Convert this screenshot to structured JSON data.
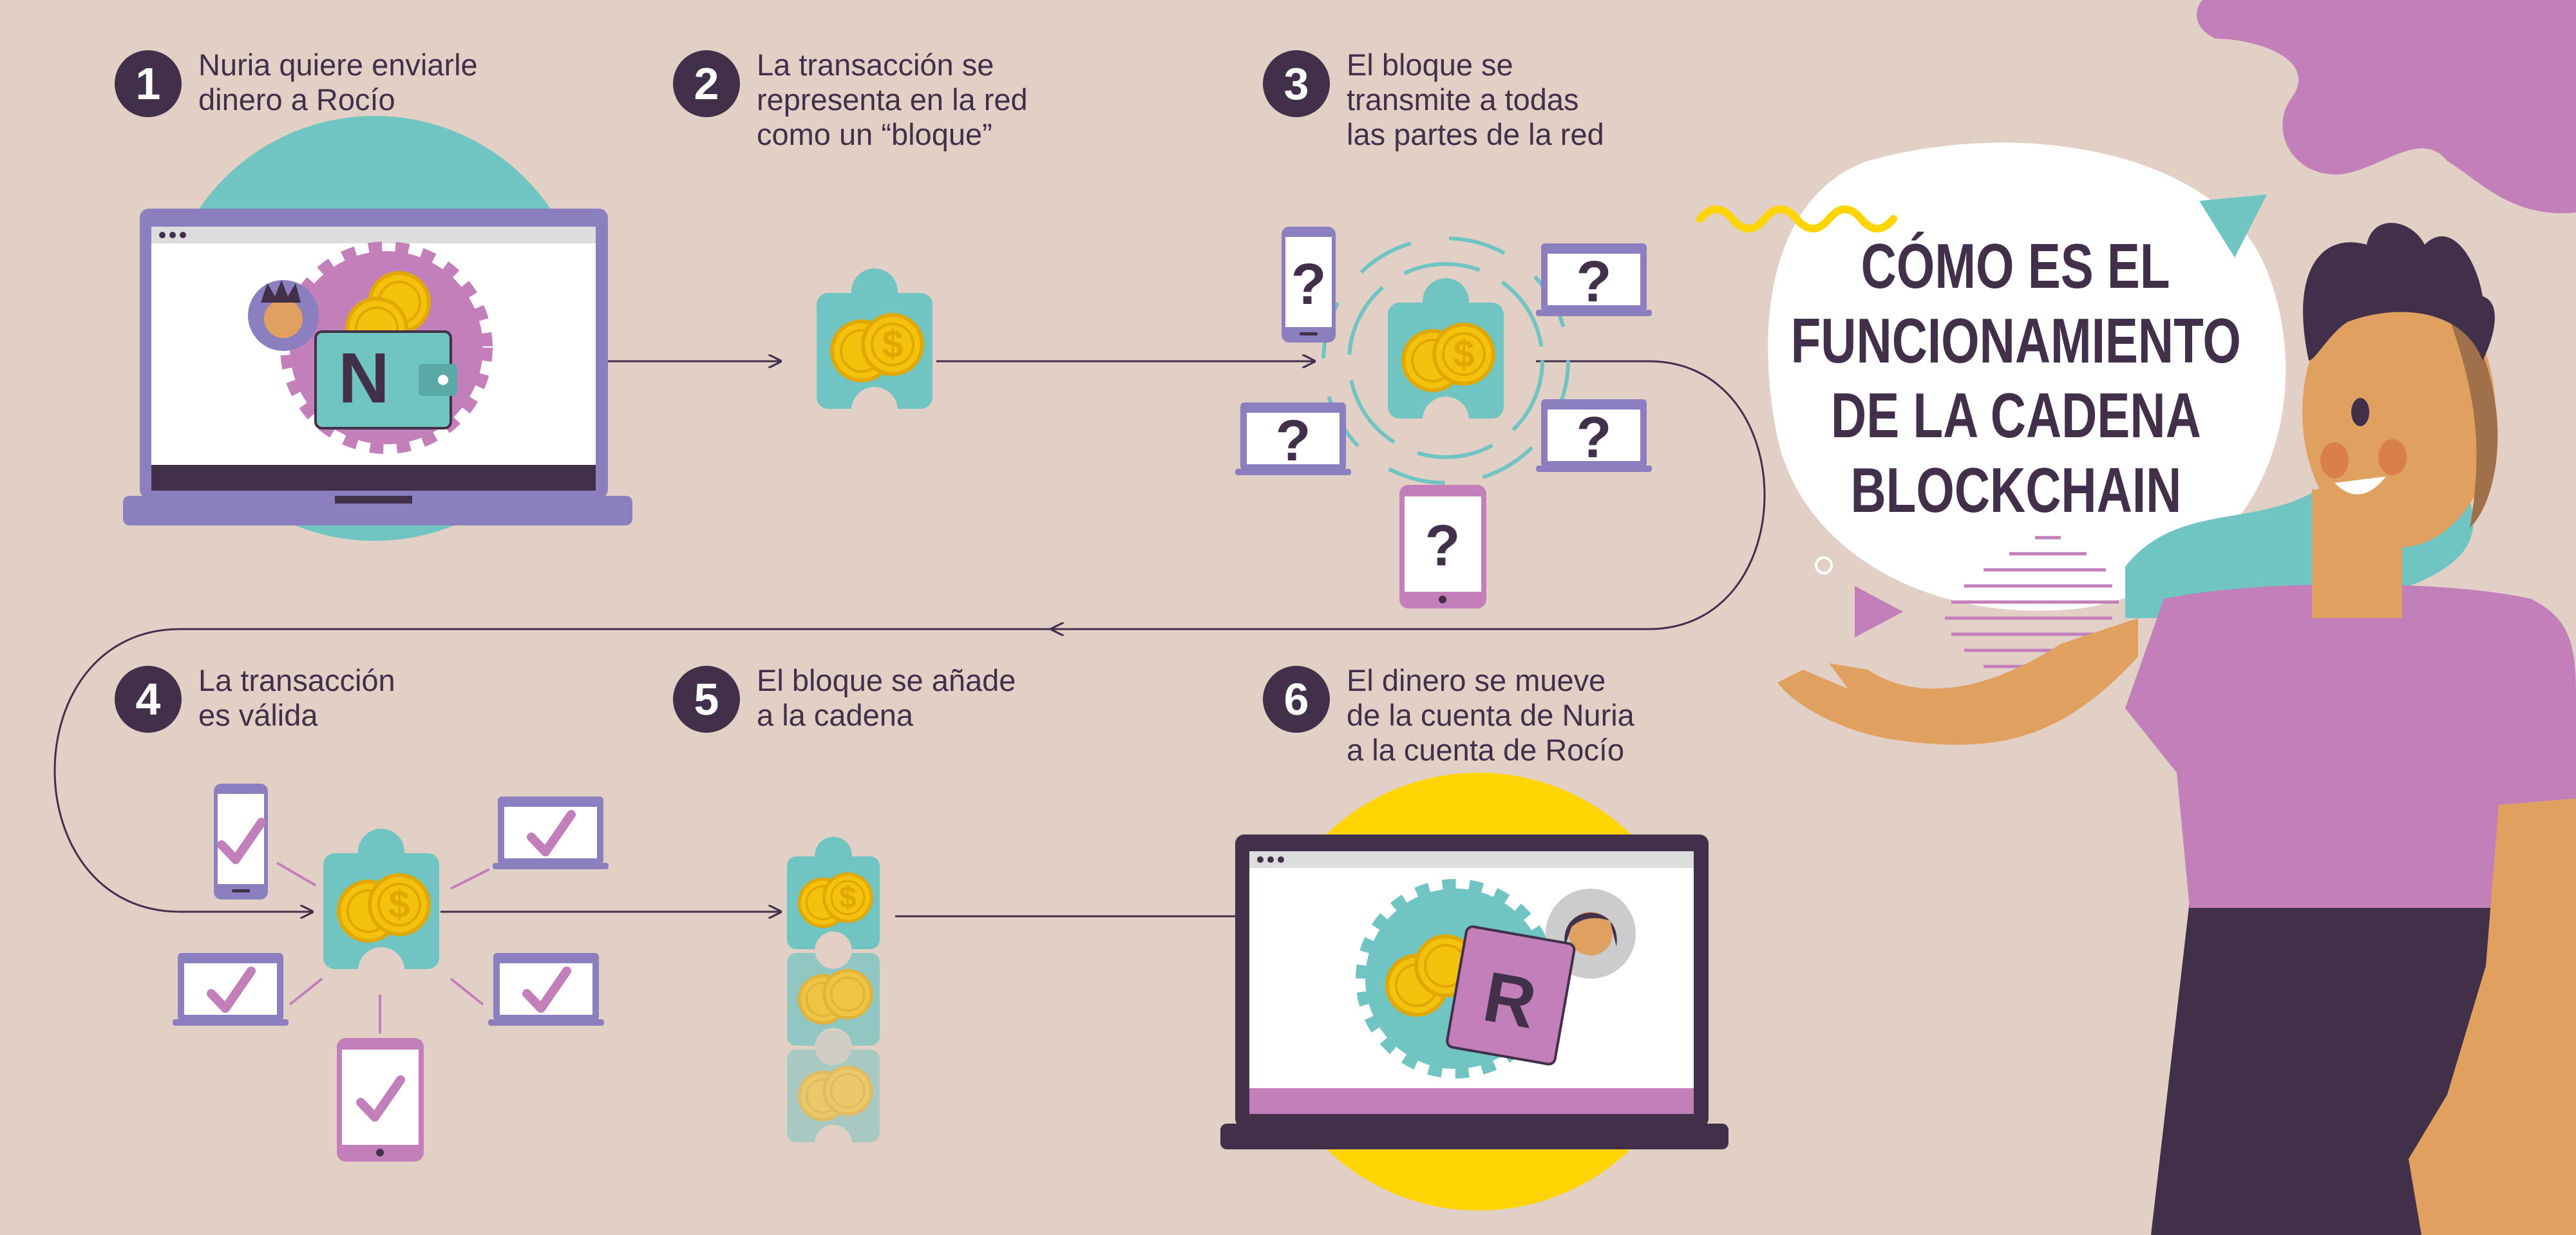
{
  "title": {
    "lines": [
      "CÓMO ES EL",
      "FUNCIONAMIENTO",
      "DE LA CADENA",
      "BLOCKCHAIN"
    ]
  },
  "steps": [
    {
      "number": "1",
      "lines": [
        "Nuria quiere enviarle",
        "dinero a Rocío"
      ]
    },
    {
      "number": "2",
      "lines": [
        "La transacción se",
        "representa en la red",
        "como un “bloque”"
      ]
    },
    {
      "number": "3",
      "lines": [
        "El bloque se",
        "transmite a todas",
        "las partes de la red"
      ]
    },
    {
      "number": "4",
      "lines": [
        "La transacción",
        "es válida"
      ]
    },
    {
      "number": "5",
      "lines": [
        "El bloque se añade",
        "a la cadena"
      ]
    },
    {
      "number": "6",
      "lines": [
        "El dinero se mueve",
        "de la cuenta de Nuria",
        "a la cuenta de Rocío"
      ]
    }
  ],
  "icons": {
    "coin_symbol": "$",
    "unknown_symbol": "?",
    "sender_initial": "N",
    "receiver_initial": "R"
  },
  "colors": {
    "background": "#e2cfc5",
    "dark": "#422f4a",
    "teal": "#70c4c1",
    "purple": "#c27fba",
    "lavender": "#8b7fbf",
    "yellow": "#fed500",
    "skin": "#e0a060"
  }
}
